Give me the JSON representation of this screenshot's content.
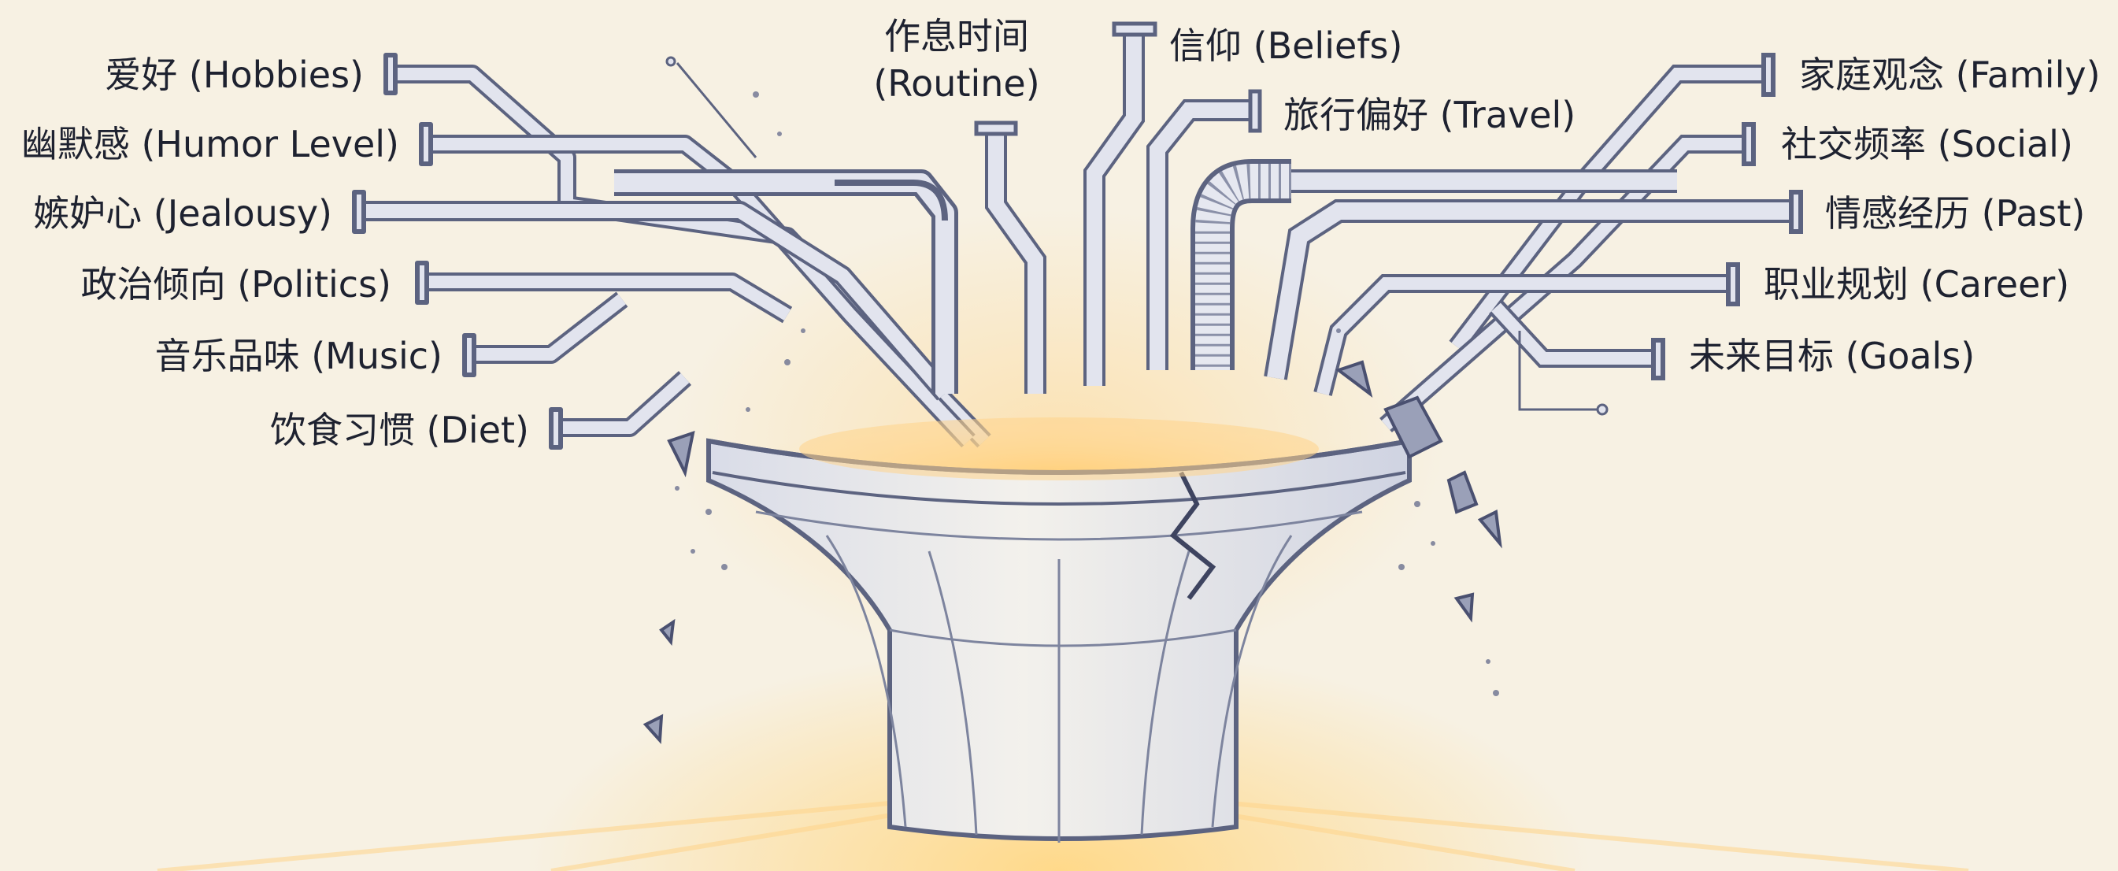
{
  "labels": {
    "hobbies": "爱好 (Hobbies)",
    "humor": "幽默感 (Humor Level)",
    "jealousy": "嫉妒心 (Jealousy)",
    "politics": "政治倾向 (Politics)",
    "music": "音乐品味 (Music)",
    "diet": "饮食习惯 (Diet)",
    "routine_line1": "作息时间",
    "routine_line2": "(Routine)",
    "beliefs": "信仰 (Beliefs)",
    "travel": "旅行偏好 (Travel)",
    "family": "家庭观念 (Family)",
    "social": "社交频率 (Social)",
    "past": "情感经历 (Past)",
    "career": "职业规划 (Career)",
    "goals": "未来目标 (Goals)"
  },
  "colors": {
    "pipe_stroke": "#5c6380",
    "pipe_fill": "#e2e4ee",
    "funnel_fill": "#eceef4",
    "glow": "#ffd98a",
    "label": "#1e2230",
    "background": "#f7f1e3"
  },
  "icons": [
    "broken-funnel-icon",
    "pipe-icon",
    "debris-icon"
  ]
}
